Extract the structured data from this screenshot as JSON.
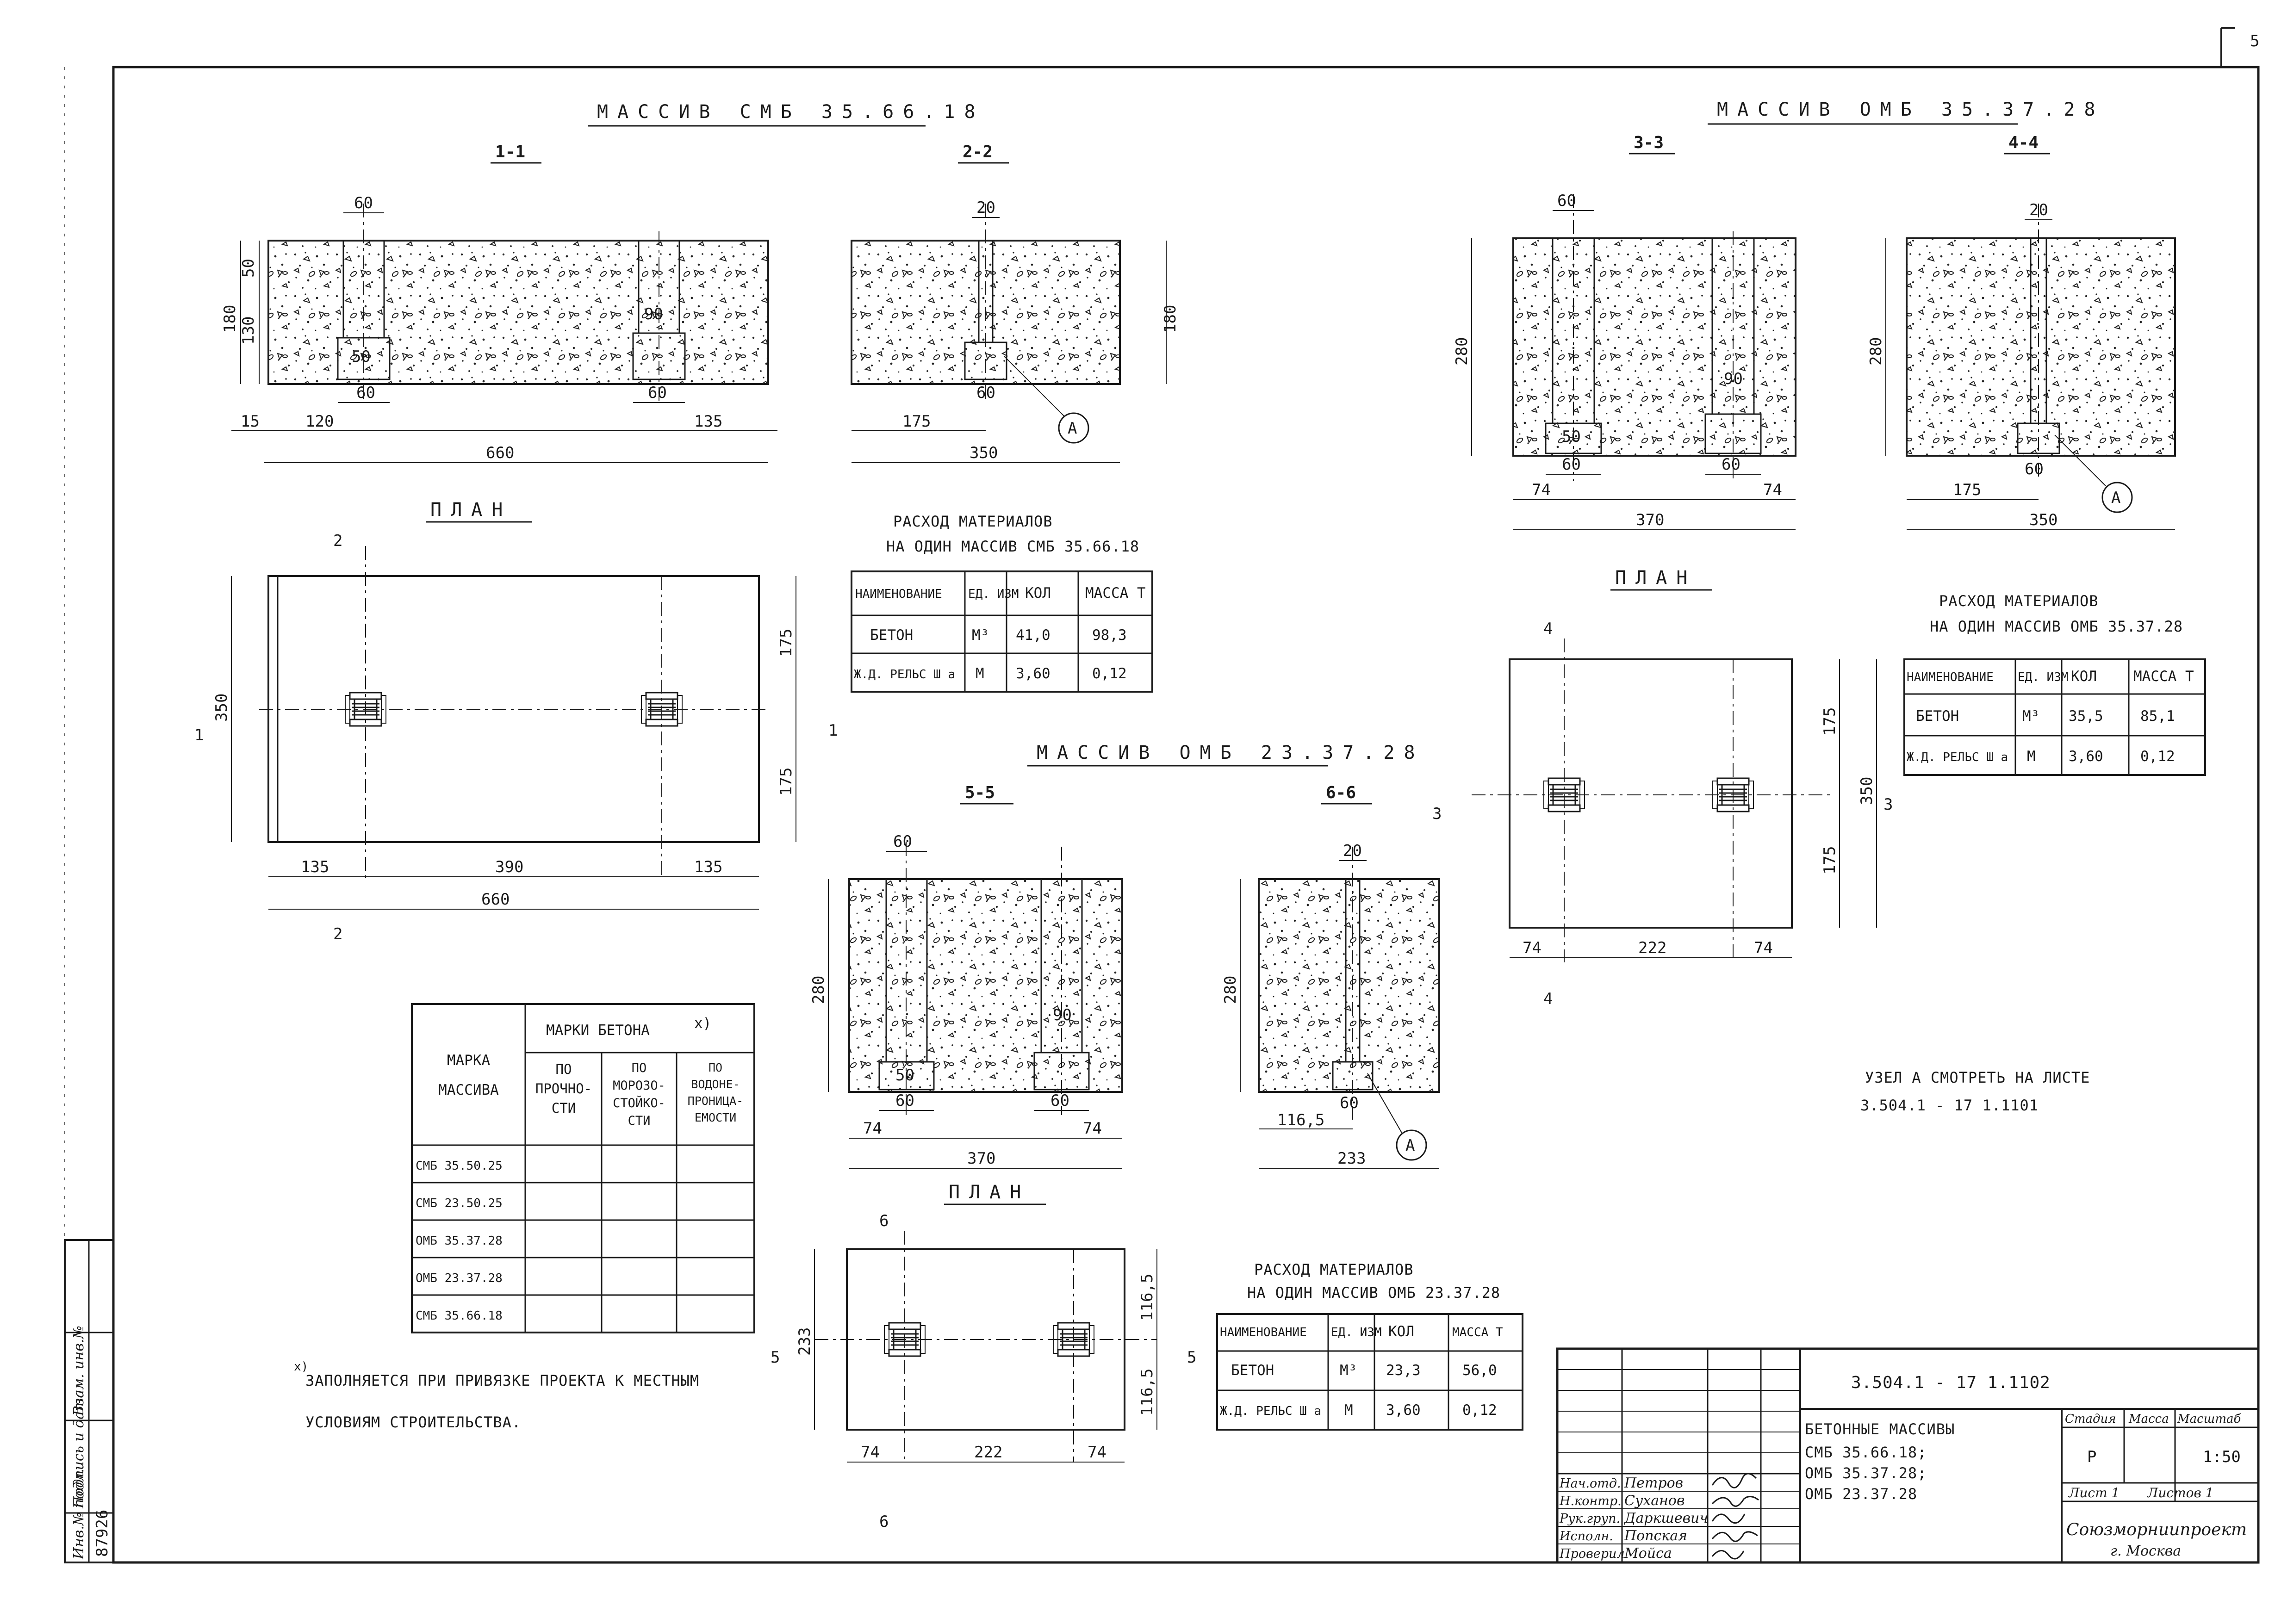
{
  "sheet": {
    "page_number": "5",
    "inventory_label": "Инв.№ подл.",
    "signature_label": "Подпись и дата",
    "replace_label": "Взам. инв.№",
    "inventory_number": "87926"
  },
  "block_smb_35_66_18": {
    "title": "МАССИВ СМБ 35.66.18",
    "section_1": "1-1",
    "section_2": "2-2",
    "plan": "ПЛАН",
    "dims_section_1": {
      "d60_top": "60",
      "d50_top": "50",
      "d130": "130",
      "d180": "180",
      "d90": "90",
      "d50_bot": "50",
      "d60_l": "60",
      "d60_r": "60",
      "d15": "15",
      "d120": "120",
      "d135": "135",
      "d660": "660"
    },
    "dims_section_2": {
      "d20": "20",
      "d180": "180",
      "d60": "60",
      "d175": "175",
      "d350": "350",
      "node": "А"
    },
    "plan_dims": {
      "d350": "350",
      "d175_top": "175",
      "d175_bot": "175",
      "d135_l": "135",
      "d390": "390",
      "d135_r": "135",
      "d660": "660",
      "cut_1": "1",
      "cut_2": "2"
    }
  },
  "materials_smb_35_66_18": {
    "caption_1": "РАСХОД МАТЕРИАЛОВ",
    "caption_2": "НА ОДИН МАССИВ СМБ 35.66.18",
    "headers": [
      "НАИМЕНОВАНИЕ",
      "ЕД. ИЗМ",
      "КОЛ",
      "МАССА Т"
    ],
    "rows": [
      {
        "name": "БЕТОН",
        "unit": "М³",
        "qty": "41,0",
        "mass": "98,3"
      },
      {
        "name": "Ж.Д. РЕЛЬС Ш а",
        "unit": "М",
        "qty": "3,60",
        "mass": "0,12"
      }
    ]
  },
  "block_omb_35_37_28": {
    "title": "МАССИВ ОМБ 35.37.28",
    "section_3": "3-3",
    "section_4": "4-4",
    "plan": "ПЛАН",
    "dims_section_3": {
      "d60_top": "60",
      "d280": "280",
      "d90": "90",
      "d50": "50",
      "d60_l": "60",
      "d60_r": "60",
      "d74_l": "74",
      "d74_r": "74",
      "d370": "370"
    },
    "dims_section_4": {
      "d20": "20",
      "d280": "280",
      "d60": "60",
      "d175": "175",
      "d350": "350",
      "node": "А"
    },
    "plan_dims": {
      "d175_top": "175",
      "d350": "350",
      "d175_bot": "175",
      "d74_l": "74",
      "d222": "222",
      "d74_r": "74",
      "cut_3": "3",
      "cut_4": "4"
    }
  },
  "materials_omb_35_37_28": {
    "caption_1": "РАСХОД МАТЕРИАЛОВ",
    "caption_2": "НА ОДИН МАССИВ ОМБ 35.37.28",
    "headers": [
      "НАИМЕНОВАНИЕ",
      "ЕД. ИЗМ",
      "КОЛ",
      "МАССА Т"
    ],
    "rows": [
      {
        "name": "БЕТОН",
        "unit": "М³",
        "qty": "35,5",
        "mass": "85,1"
      },
      {
        "name": "Ж.Д. РЕЛЬС Ш а",
        "unit": "М",
        "qty": "3,60",
        "mass": "0,12"
      }
    ]
  },
  "block_omb_23_37_28": {
    "title": "МАССИВ ОМБ 23.37.28",
    "section_5": "5-5",
    "section_6": "6-6",
    "plan": "ПЛАН",
    "dims_section_5": {
      "d60_top": "60",
      "d280": "280",
      "d90": "90",
      "d50": "50",
      "d60_l": "60",
      "d60_r": "60",
      "d74_l": "74",
      "d74_r": "74",
      "d370": "370"
    },
    "dims_section_6": {
      "d20": "20",
      "d280": "280",
      "d60": "60",
      "d116_5": "116,5",
      "d233": "233",
      "node": "А"
    },
    "plan_dims": {
      "d233": "233",
      "d116_5_top": "116,5",
      "d116_5_bot": "116,5",
      "d74_l": "74",
      "d222": "222",
      "d74_r": "74",
      "cut_5": "5",
      "cut_6": "6"
    }
  },
  "materials_omb_23_37_28": {
    "caption_1": "РАСХОД МАТЕРИАЛОВ",
    "caption_2": "НА ОДИН МАССИВ ОМБ 23.37.28",
    "headers": [
      "НАИМЕНОВАНИЕ",
      "ЕД. ИЗМ",
      "КОЛ",
      "МАССА Т"
    ],
    "rows": [
      {
        "name": "БЕТОН",
        "unit": "М³",
        "qty": "23,3",
        "mass": "56,0"
      },
      {
        "name": "Ж.Д. РЕЛЬС Ш а",
        "unit": "М",
        "qty": "3,60",
        "mass": "0,12"
      }
    ]
  },
  "concrete_grades": {
    "header_mark": "МАРКА МАССИВА",
    "header_grades": "МАРКИ БЕТОНА",
    "footnote_mark": "x)",
    "col_strength": "ПО ПРОЧНО- СТИ",
    "col_frost": "ПО МОРОЗО- СТОЙКО- СТИ",
    "col_water": "ПО ВОДОНЕ- ПРОНИЦА- ЕМОСТИ",
    "rows": [
      "СМБ 35.50.25",
      "СМБ 23.50.25",
      "ОМБ 35.37.28",
      "ОМБ 23.37.28",
      "СМБ 35.66.18"
    ],
    "note_line_1": "ЗАПОЛНЯЕТСЯ ПРИ ПРИВЯЗКЕ ПРОЕКТА К МЕСТНЫМ",
    "note_line_2": "УСЛОВИЯМ СТРОИТЕЛЬСТВА."
  },
  "node_reference": {
    "line_1": "УЗЕЛ А СМОТРЕТЬ НА ЛИСТЕ",
    "line_2": "3.504.1 - 17 1.1101"
  },
  "title_block": {
    "doc_code": "3.504.1 - 17 1.1102",
    "name_1": "БЕТОННЫЕ МАССИВЫ",
    "name_2": "СМБ 35.66.18;",
    "name_3": "ОМБ 35.37.28;",
    "name_4": "ОМБ 23.37.28",
    "stage_label": "Стадия",
    "mass_label": "Масса",
    "scale_label": "Масштаб",
    "stage": "Р",
    "scale": "1:50",
    "sheet_label": "Лист 1",
    "sheets_label": "Листов 1",
    "org_1": "Союзморниипроект",
    "org_2": "г. Москва",
    "people": [
      {
        "role": "Нач.отд.",
        "name": "Петров"
      },
      {
        "role": "Н.контр.",
        "name": "Суханов"
      },
      {
        "role": "Рук.груп.",
        "name": "Даркшевич"
      },
      {
        "role": "Исполн.",
        "name": "Попская"
      },
      {
        "role": "Проверил",
        "name": "Мойса"
      }
    ]
  }
}
